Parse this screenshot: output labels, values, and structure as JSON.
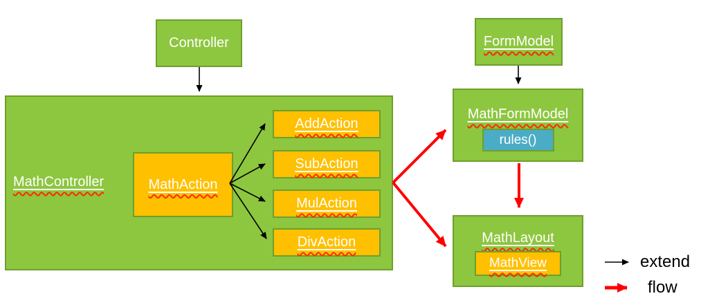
{
  "nodes": {
    "controller": {
      "label": "Controller"
    },
    "math_controller": {
      "label": "MathController"
    },
    "math_action": {
      "label": "MathAction"
    },
    "add_action": {
      "label": "AddAction"
    },
    "sub_action": {
      "label": "SubAction"
    },
    "mul_action": {
      "label": "MulAction"
    },
    "div_action": {
      "label": "DivAction"
    },
    "form_model": {
      "label": "FormModel"
    },
    "math_form_model": {
      "label": "MathFormModel"
    },
    "rules": {
      "label": "rules()"
    },
    "math_layout": {
      "label": "MathLayout"
    },
    "math_view": {
      "label": "MathView"
    }
  },
  "legend": {
    "extend_label": "extend",
    "flow_label": "flow"
  },
  "colors": {
    "node_green": "#8DC63F",
    "node_border": "#6F9F2C",
    "node_orange": "#FFC000",
    "node_blue": "#4BACC6",
    "extend_arrow": "#000000",
    "flow_arrow": "#FF0000",
    "squiggle": "#FF2B00",
    "text_light": "#FFFFFF",
    "text_dark": "#000000"
  }
}
